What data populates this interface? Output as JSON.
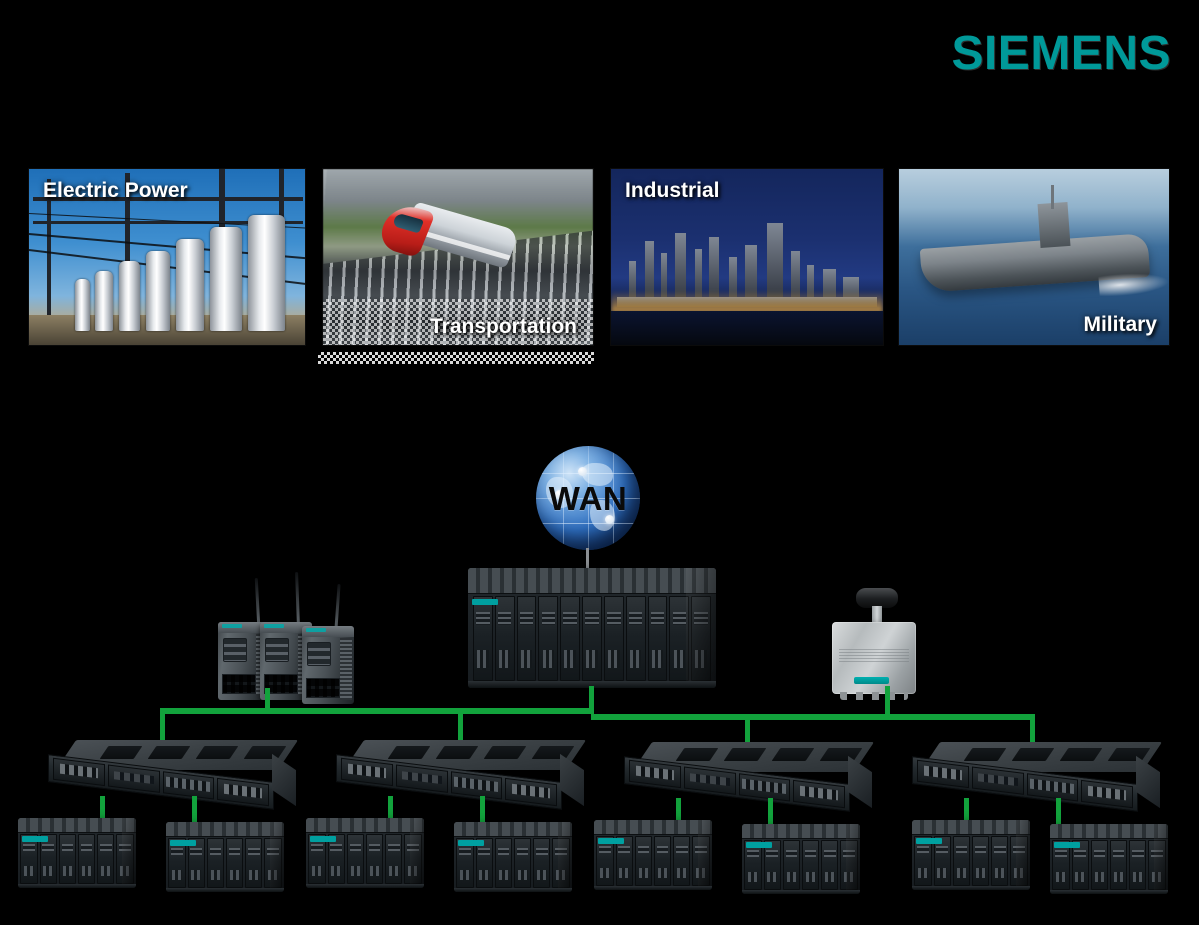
{
  "brand": {
    "name": "SIEMENS",
    "color": "#009999"
  },
  "background_color": "#000000",
  "photos": [
    {
      "id": "electric-power",
      "caption": "Electric Power",
      "caption_position": "top-left"
    },
    {
      "id": "transportation",
      "caption": "Transportation",
      "caption_position": "bottom-right"
    },
    {
      "id": "industrial",
      "caption": "Industrial",
      "caption_position": "top-left"
    },
    {
      "id": "military",
      "caption": "Military",
      "caption_position": "bottom-right"
    }
  ],
  "topology": {
    "link_color": "#12a23c",
    "cloud": {
      "label": "WAN",
      "icon": "globe-icon"
    },
    "tier1": [
      {
        "id": "wireless-access-points",
        "icon": "wireless-access-point-icon",
        "count": 3
      },
      {
        "id": "core-modular-switch",
        "icon": "modular-rack-switch-icon",
        "count": 1
      },
      {
        "id": "outdoor-wireless-unit",
        "icon": "outdoor-wireless-unit-icon",
        "count": 1
      }
    ],
    "access_switches": [
      {
        "id": "access-switch-1",
        "icon": "rack-switch-icon"
      },
      {
        "id": "access-switch-2",
        "icon": "rack-switch-icon"
      },
      {
        "id": "access-switch-3",
        "icon": "rack-switch-icon"
      },
      {
        "id": "access-switch-4",
        "icon": "rack-switch-icon"
      }
    ],
    "edge_devices": [
      {
        "id": "edge-chassis-1a",
        "icon": "modular-chassis-icon"
      },
      {
        "id": "edge-chassis-1b",
        "icon": "modular-chassis-icon"
      },
      {
        "id": "edge-chassis-2a",
        "icon": "modular-chassis-icon"
      },
      {
        "id": "edge-chassis-2b",
        "icon": "modular-chassis-icon"
      },
      {
        "id": "edge-chassis-3a",
        "icon": "modular-chassis-icon"
      },
      {
        "id": "edge-chassis-3b",
        "icon": "modular-chassis-icon"
      },
      {
        "id": "edge-chassis-4a",
        "icon": "modular-chassis-icon"
      },
      {
        "id": "edge-chassis-4b",
        "icon": "modular-chassis-icon"
      }
    ]
  }
}
